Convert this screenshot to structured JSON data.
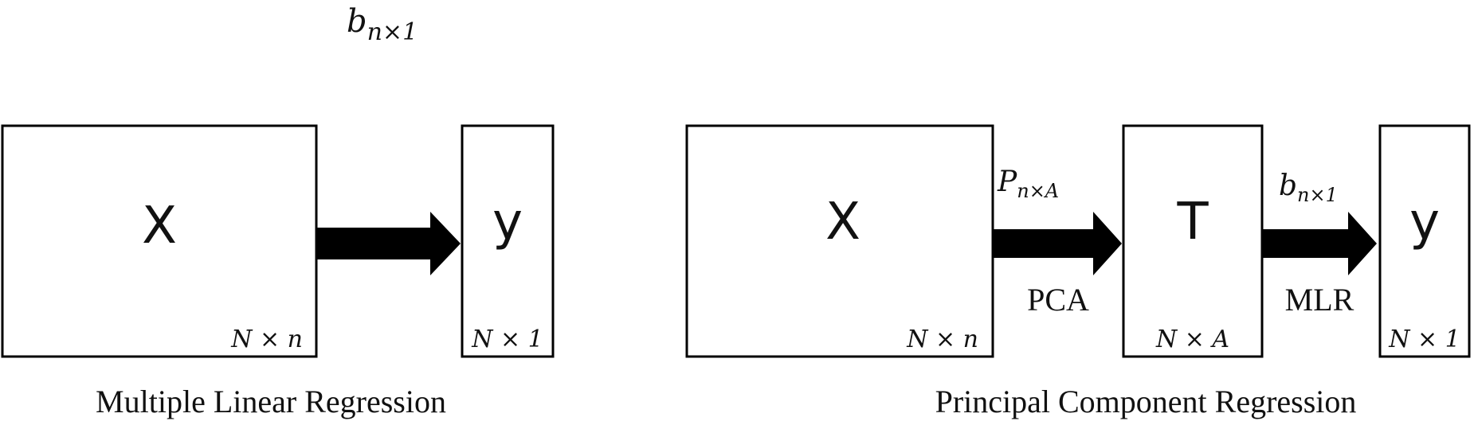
{
  "left_panel": {
    "top_label": {
      "base": "b",
      "sub": "n×1"
    },
    "box_x": {
      "letter": "X",
      "dim": "N × n"
    },
    "box_y": {
      "letter": "y",
      "dim": "N × 1"
    },
    "caption": "Multiple Linear Regression"
  },
  "right_panel": {
    "box_x": {
      "letter": "X",
      "dim": "N × n"
    },
    "arrow1": {
      "top_base": "P",
      "top_sub": "n×A",
      "bottom": "PCA"
    },
    "box_t": {
      "letter": "T",
      "dim": "N × A"
    },
    "arrow2": {
      "top_base": "b",
      "top_sub": "n×1",
      "bottom": "MLR"
    },
    "box_y": {
      "letter": "y",
      "dim": "N × 1"
    },
    "caption": "Principal Component Regression"
  }
}
